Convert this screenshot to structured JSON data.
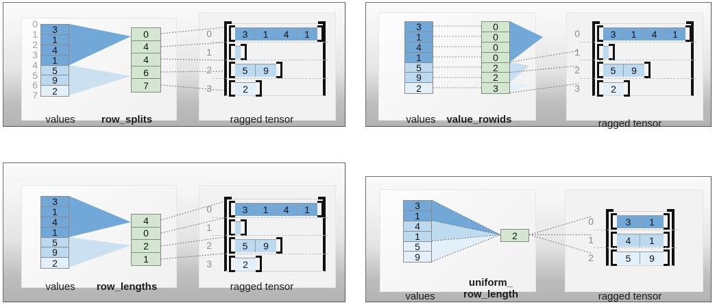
{
  "colors": {
    "value_dark": "#72a8d8",
    "value_mid": "#bcd9ef",
    "value_light": "#e3eff9",
    "green": "#d4e6d2",
    "green_border": "#7b8f7a",
    "cell_border": "#8a8a8a",
    "index_gray": "#a0a0a0",
    "bracket_black": "#111111",
    "panel_border": "#6d6d6d",
    "card_bg": "#f2f2f2"
  },
  "panels": [
    {
      "id": "row-splits",
      "encoding_label": "row_splits",
      "values_label": "values",
      "ragged_label": "ragged tensor",
      "values": [
        {
          "v": "3",
          "shade": "dark"
        },
        {
          "v": "1",
          "shade": "dark"
        },
        {
          "v": "4",
          "shade": "dark"
        },
        {
          "v": "1",
          "shade": "dark"
        },
        {
          "v": "5",
          "shade": "mid"
        },
        {
          "v": "9",
          "shade": "mid"
        },
        {
          "v": "2",
          "shade": "light"
        }
      ],
      "value_indices": [
        "0",
        "1",
        "2",
        "3",
        "4",
        "5",
        "6",
        "7"
      ],
      "encoding_values": [
        "0",
        "4",
        "4",
        "6",
        "7"
      ],
      "ragged_row_indices": [
        "0",
        "1",
        "2",
        "3"
      ],
      "ragged_rows": [
        {
          "cells": [
            "3",
            "1",
            "4",
            "1"
          ],
          "shade": "dark"
        },
        {
          "cells": [],
          "shade": "mid"
        },
        {
          "cells": [
            "5",
            "9"
          ],
          "shade": "mid"
        },
        {
          "cells": [
            "2"
          ],
          "shade": "light"
        }
      ]
    },
    {
      "id": "value-rowids",
      "encoding_label": "value_rowids",
      "values_label": "values",
      "ragged_label": "ragged tensor",
      "values": [
        {
          "v": "3",
          "shade": "dark"
        },
        {
          "v": "1",
          "shade": "dark"
        },
        {
          "v": "4",
          "shade": "dark"
        },
        {
          "v": "1",
          "shade": "dark"
        },
        {
          "v": "5",
          "shade": "mid"
        },
        {
          "v": "9",
          "shade": "mid"
        },
        {
          "v": "2",
          "shade": "light"
        }
      ],
      "value_indices": [],
      "encoding_values": [
        "0",
        "0",
        "0",
        "0",
        "2",
        "2",
        "3"
      ],
      "ragged_row_indices": [
        "0",
        "1",
        "2",
        "3"
      ],
      "ragged_rows": [
        {
          "cells": [
            "3",
            "1",
            "4",
            "1"
          ],
          "shade": "dark"
        },
        {
          "cells": [],
          "shade": "mid"
        },
        {
          "cells": [
            "5",
            "9"
          ],
          "shade": "mid"
        },
        {
          "cells": [
            "2"
          ],
          "shade": "light"
        }
      ]
    },
    {
      "id": "row-lengths",
      "encoding_label": "row_lengths",
      "values_label": "values",
      "ragged_label": "ragged tensor",
      "values": [
        {
          "v": "3",
          "shade": "dark"
        },
        {
          "v": "1",
          "shade": "dark"
        },
        {
          "v": "4",
          "shade": "dark"
        },
        {
          "v": "1",
          "shade": "dark"
        },
        {
          "v": "5",
          "shade": "mid"
        },
        {
          "v": "9",
          "shade": "mid"
        },
        {
          "v": "2",
          "shade": "light"
        }
      ],
      "value_indices": [],
      "encoding_values": [
        "4",
        "0",
        "2",
        "1"
      ],
      "ragged_row_indices": [
        "0",
        "1",
        "2",
        "3"
      ],
      "ragged_rows": [
        {
          "cells": [
            "3",
            "1",
            "4",
            "1"
          ],
          "shade": "dark"
        },
        {
          "cells": [],
          "shade": "mid"
        },
        {
          "cells": [
            "5",
            "9"
          ],
          "shade": "mid"
        },
        {
          "cells": [
            "2"
          ],
          "shade": "light"
        }
      ]
    },
    {
      "id": "uniform-row-length",
      "encoding_label": "uniform_\nrow_length",
      "values_label": "values",
      "ragged_label": "ragged tensor",
      "values": [
        {
          "v": "3",
          "shade": "dark"
        },
        {
          "v": "1",
          "shade": "dark"
        },
        {
          "v": "4",
          "shade": "mid"
        },
        {
          "v": "1",
          "shade": "mid"
        },
        {
          "v": "5",
          "shade": "light"
        },
        {
          "v": "9",
          "shade": "light"
        }
      ],
      "value_indices": [],
      "encoding_values": [
        "2"
      ],
      "ragged_row_indices": [
        "0",
        "1",
        "2"
      ],
      "ragged_rows": [
        {
          "cells": [
            "3",
            "1"
          ],
          "shade": "dark"
        },
        {
          "cells": [
            "4",
            "1"
          ],
          "shade": "mid"
        },
        {
          "cells": [
            "5",
            "9"
          ],
          "shade": "light"
        }
      ]
    }
  ]
}
